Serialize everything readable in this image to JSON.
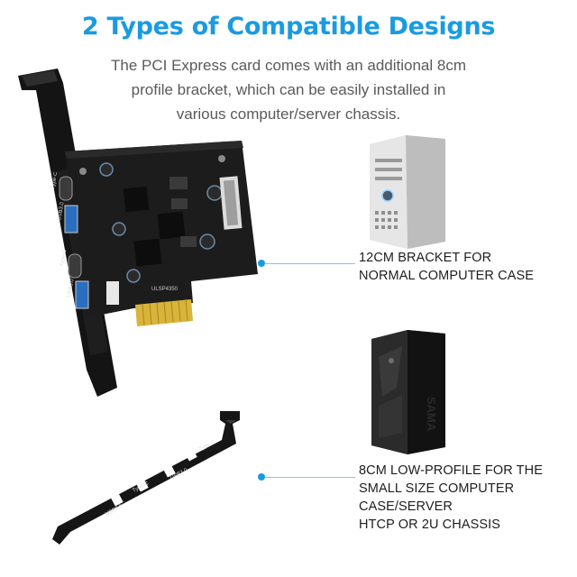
{
  "title": "2 Types of Compatible Designs",
  "subtitle": {
    "lines": [
      "The PCI Express card comes with an additional 8cm",
      "profile bracket, which can be easily installed in",
      "various computer/server chassis."
    ]
  },
  "options": [
    {
      "lines": [
        "12CM BRACKET FOR",
        "NORMAL COMPUTER CASE"
      ]
    },
    {
      "lines": [
        "8CM LOW-PROFILE FOR THE",
        "SMALL SIZE COMPUTER",
        "CASE/SERVER",
        "HTCP OR 2U CHASSIS"
      ]
    }
  ],
  "card": {
    "port_labels": [
      "Type-C",
      "USB3.0",
      "Type-C",
      "USB3.0"
    ],
    "chip_label": "ULSP4350"
  },
  "bracket_labels": [
    "USB3.0",
    "Type-C",
    "USB3.0",
    "Type-C"
  ],
  "tower_label": "SAMA",
  "colors": {
    "accent": "#1a9be0",
    "pcb": "#1c1c1c",
    "gold": "#d8b43a"
  }
}
